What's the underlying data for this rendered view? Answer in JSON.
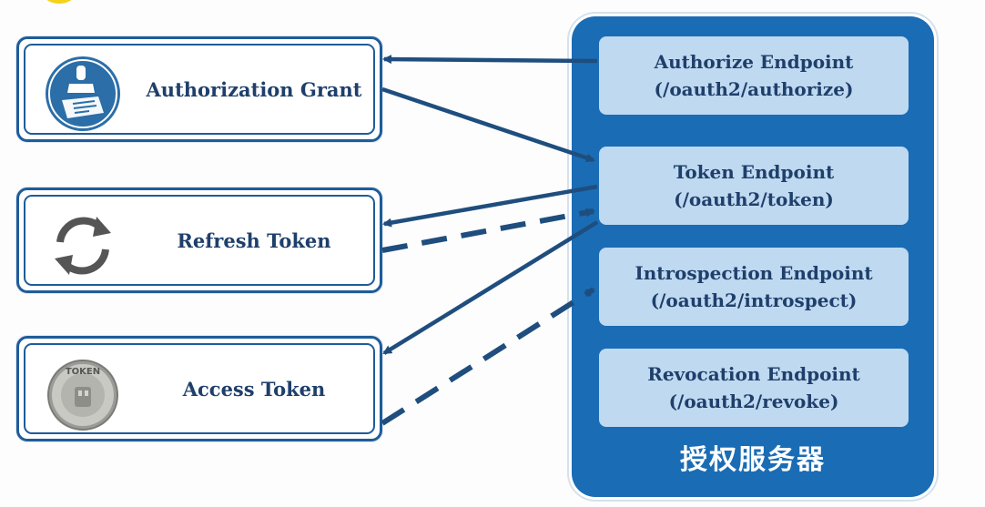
{
  "clients": {
    "authorization_grant": {
      "label": "Authorization Grant",
      "icon": "stamp-icon"
    },
    "refresh_token": {
      "label": "Refresh Token",
      "icon": "refresh-icon"
    },
    "access_token": {
      "label": "Access Token",
      "icon": "token-coin-icon",
      "coin_text": "TOKEN"
    }
  },
  "server": {
    "title": "授权服务器",
    "endpoints": [
      {
        "name": "Authorize Endpoint",
        "path": "(/oauth2/authorize)"
      },
      {
        "name": "Token Endpoint",
        "path": "(/oauth2/token)"
      },
      {
        "name": "Introspection Endpoint",
        "path": "(/oauth2/introspect)"
      },
      {
        "name": "Revocation Endpoint",
        "path": "(/oauth2/revoke)"
      }
    ]
  },
  "colors": {
    "arrow": "#1f4e7e",
    "panel": "#1a6cb5",
    "endpoint": "#bfd9f1",
    "box_border": "#1f5c9a"
  }
}
